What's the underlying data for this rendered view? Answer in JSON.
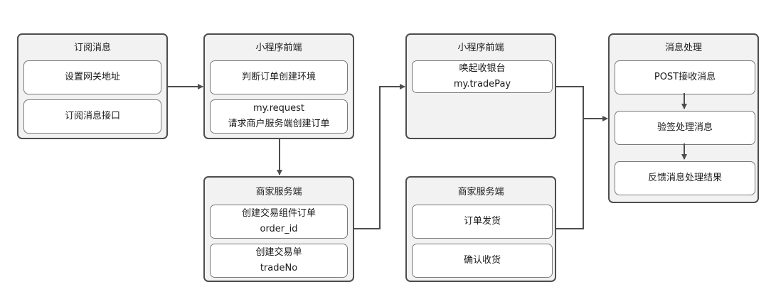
{
  "groups": {
    "subscribe": {
      "title": "订阅消息",
      "items": [
        {
          "lines": [
            "设置网关地址"
          ]
        },
        {
          "lines": [
            "订阅消息接口"
          ]
        }
      ]
    },
    "miniapp_a": {
      "title": "小程序前端",
      "items": [
        {
          "lines": [
            "判断订单创建环境"
          ]
        },
        {
          "lines": [
            "my.request",
            "请求商户服务端创建订单"
          ]
        }
      ]
    },
    "merchant_a": {
      "title": "商家服务端",
      "items": [
        {
          "lines": [
            "创建交易组件订单",
            "order_id"
          ]
        },
        {
          "lines": [
            "创建交易单",
            "tradeNo"
          ]
        }
      ]
    },
    "miniapp_b": {
      "title": "小程序前端",
      "items": [
        {
          "lines": [
            "唤起收银台",
            "my.tradePay"
          ]
        }
      ]
    },
    "merchant_b": {
      "title": "商家服务端",
      "items": [
        {
          "lines": [
            "订单发货"
          ]
        },
        {
          "lines": [
            "确认收货"
          ]
        }
      ]
    },
    "message": {
      "title": "消息处理",
      "items": [
        {
          "lines": [
            "POST接收消息"
          ]
        },
        {
          "lines": [
            "验签处理消息"
          ]
        },
        {
          "lines": [
            "反馈消息处理结果"
          ]
        }
      ]
    }
  },
  "colors": {
    "group_fill": "#f2f2f2",
    "group_border": "#4d4d4d",
    "item_fill": "#ffffff",
    "connector": "#4d4d4d"
  }
}
